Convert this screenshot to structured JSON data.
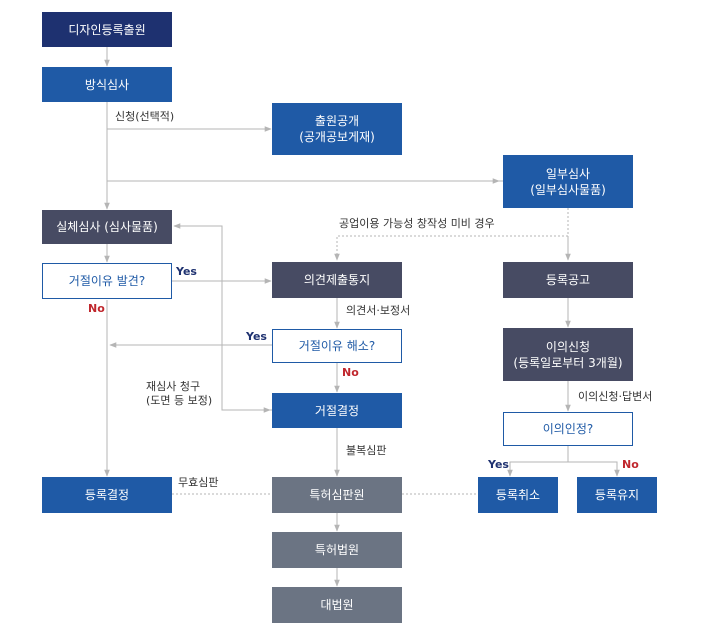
{
  "nodes": {
    "application": "디자인등록출원",
    "formality_exam": "방식심사",
    "publication": "출원공개\n(공개공보게재)",
    "partial_exam": "일부심사\n(일부심사물품)",
    "substantive_exam": "실체심사 (심사물품)",
    "rejection_found": "거절이유 발견?",
    "opinion_notice": "의견제출통지",
    "registration_pub": "등록공고",
    "rejection_resolved": "거절이유 해소?",
    "opposition": "이의신청\n(등록일로부터 3개월)",
    "rejection_decision": "거절결정",
    "opposition_accepted": "이의인정?",
    "registration_decision": "등록결정",
    "ip_trial_board": "특허심판원",
    "cancel_registration": "등록취소",
    "maintain_registration": "등록유지",
    "patent_court": "특허법원",
    "supreme_court": "대법원"
  },
  "labels": {
    "request_optional": "신청(선택적)",
    "industrial_creativity": "공업이용 가능성 창작성 미비 경우",
    "opinion_amendment": "의견서·보정서",
    "reexam_request": "재심사 청구\n(도면 등 보정)",
    "appeal_trial": "불복심판",
    "invalidation_trial": "무효심판",
    "opposition_answer": "이의신청·답변서"
  },
  "branches": {
    "yes": "Yes",
    "no": "No"
  },
  "colors": {
    "navy": "#1e3170",
    "blue": "#1f5aa6",
    "slate": "#474b63",
    "gray": "#6b7483",
    "line": "#b5b5b5",
    "no_red": "#c0272d"
  }
}
